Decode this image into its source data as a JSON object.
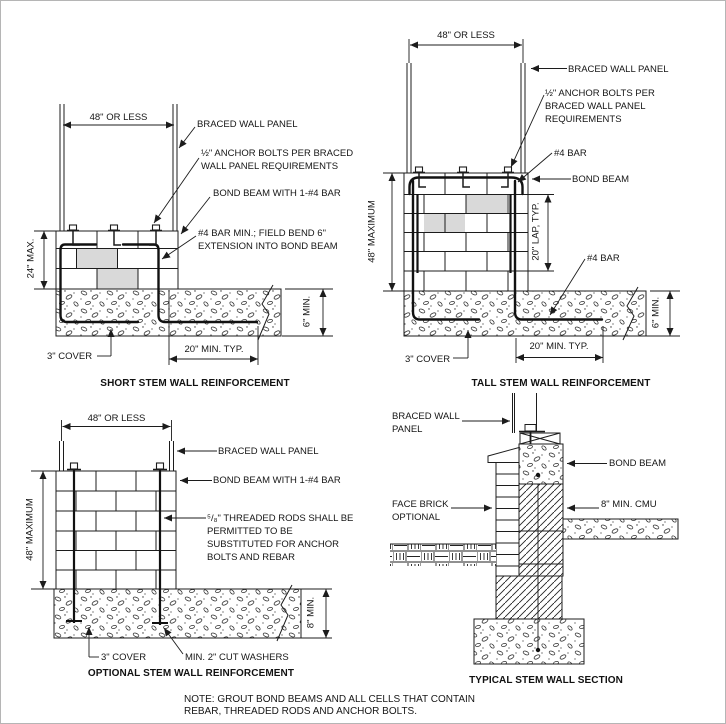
{
  "figure": {
    "note_line1": "NOTE: GROUT BOND BEAMS AND ALL CELLS THAT CONTAIN",
    "note_line2": "REBAR, THREADED RODS AND ANCHOR BOLTS."
  },
  "panels": {
    "short": {
      "title": "SHORT STEM WALL REINFORCEMENT",
      "dims": {
        "width": "48\" OR LESS",
        "height": "24\" MAX.",
        "footing_depth": "6\" MIN.",
        "cover": "3\" COVER",
        "extension": "20\" MIN. TYP."
      },
      "labels": {
        "braced_wall_panel": "BRACED WALL PANEL",
        "anchor_bolts": "½\" ANCHOR BOLTS PER BRACED WALL PANEL REQUIREMENTS",
        "bond_beam": "BOND BEAM WITH 1-#4 BAR",
        "bar": "#4 BAR MIN.; FIELD BEND 6\" EXTENSION INTO BOND BEAM"
      }
    },
    "tall": {
      "title": "TALL STEM WALL REINFORCEMENT",
      "dims": {
        "width": "48\" OR LESS",
        "height": "48\" MAXIMUM",
        "lap": "20\" LAP, TYP.",
        "footing_depth": "6\" MIN.",
        "cover": "3\" COVER",
        "extension": "20\" MIN. TYP."
      },
      "labels": {
        "braced_wall_panel": "BRACED WALL PANEL",
        "anchor_bolts": "½\" ANCHOR BOLTS PER BRACED WALL PANEL REQUIREMENTS",
        "bar_top": "#4 BAR",
        "bond_beam": "BOND BEAM",
        "bar_bottom": "#4 BAR"
      }
    },
    "optional": {
      "title": "OPTIONAL STEM WALL REINFORCEMENT",
      "dims": {
        "width": "48\" OR LESS",
        "height": "48\" MAXIMUM",
        "footing_depth": "8\" MIN.",
        "cover": "3\" COVER",
        "washers": "MIN. 2\" CUT WASHERS"
      },
      "labels": {
        "braced_wall_panel": "BRACED WALL PANEL",
        "bond_beam": "BOND BEAM WITH 1-#4 BAR",
        "threaded_rods": "⁵/₈\" THREADED RODS SHALL BE PERMITTED TO BE SUBSTITUTED FOR ANCHOR BOLTS AND REBAR"
      }
    },
    "typical": {
      "title": "TYPICAL STEM WALL SECTION",
      "labels": {
        "braced_wall_panel": "BRACED WALL PANEL",
        "bond_beam": "BOND BEAM",
        "face_brick": "FACE BRICK OPTIONAL",
        "cmu": "8\" MIN. CMU"
      }
    }
  },
  "colors": {
    "line": "#1c1c1c",
    "rebar": "#111111",
    "block_shade": "#d9d9d9",
    "background": "#ffffff"
  }
}
